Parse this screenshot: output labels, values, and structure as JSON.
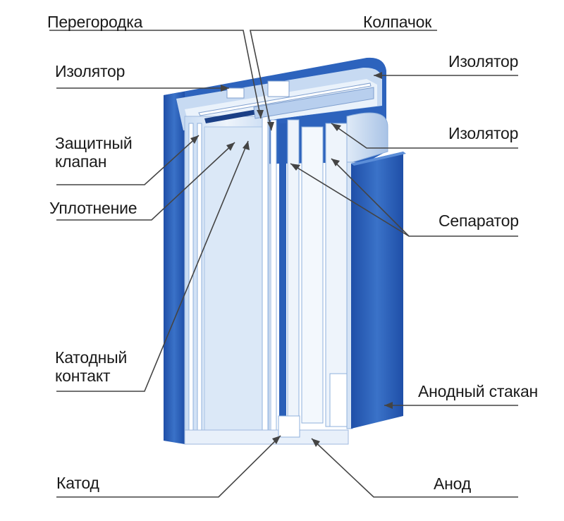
{
  "labels": {
    "partition": "Перегородка",
    "cap": "Колпачок",
    "insulator_left": "Изолятор",
    "insulator_right_top": "Изолятор",
    "insulator_right_mid": "Изолятор",
    "safety_valve": "Защитный\nклапан",
    "seal": "Уплотнение",
    "separator": "Сепаратор",
    "cathode_contact": "Катодный\nконтакт",
    "anode_can": "Анодный стакан",
    "cathode": "Катод",
    "anode": "Анод"
  },
  "colors": {
    "body_blue": "#2a5fb8",
    "light_blue": "#d8e6f6",
    "pale_blue": "#eef4fb",
    "leader_line": "#444444"
  }
}
